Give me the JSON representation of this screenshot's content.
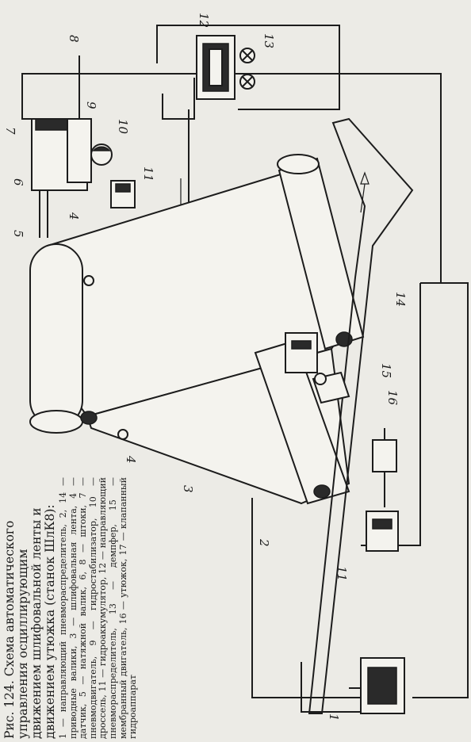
{
  "caption": {
    "title": "Рис. 124. Схема автоматического управления осциллирующим движением шлифовальной ленты и движением утюжка (станок ШлК8):",
    "legend": "1 — направляющий пневмораспределитель, 2, 14 — приводные валики, 3 — шлифовальная лента, 4 — датчик, 5 — натяжной валик, 6, 8 — штоки, 7 — пневмодвигатель, 9 — гидростабилизатор, 10 — дроссель, 11 — гидроаккумулятор, 12 — направляющий пневмораспределитель, 13 — демпфер, 15 — мембранный двигатель, 16 — утюжок, 17 — клапанный гидроаппарат"
  },
  "labels": {
    "n1": "1",
    "n2": "2",
    "n3": "3",
    "n4a": "4",
    "n4b": "4",
    "n5": "5",
    "n6": "6",
    "n7": "7",
    "n8": "8",
    "n9": "9",
    "n10": "10",
    "n11a": "11",
    "n11b": "11",
    "n12": "12",
    "n13": "13",
    "n14": "14",
    "n15": "15",
    "n16": "16"
  }
}
